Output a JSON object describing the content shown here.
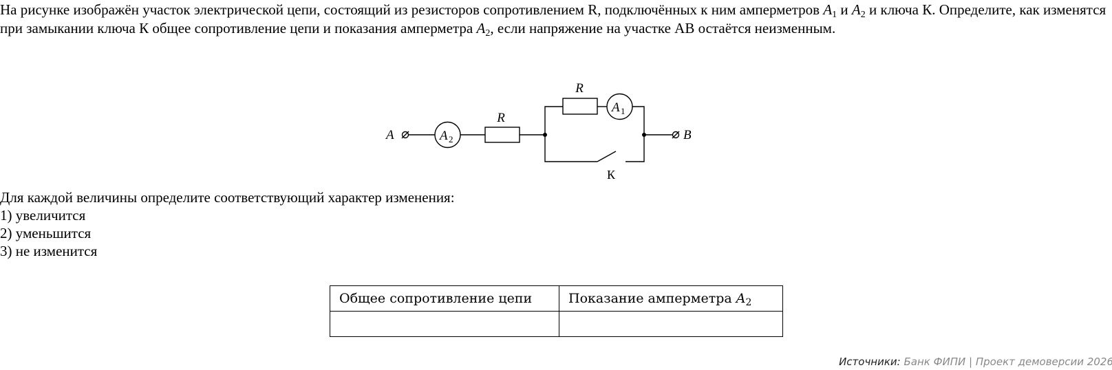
{
  "problem": {
    "text_1": "На рисунке изображён участок электрической цепи, состоящий из резисторов сопротивлением R, подключённых к ним амперметров ",
    "a1_letter": "A",
    "a1_index": "1",
    "text_2": " и ",
    "a2_letter": "A",
    "a2_index": "2",
    "text_3": " и ключа К. Определите, как изменятся при замыкании ключа К общее сопротивление цепи и показания амперметра ",
    "a2b_letter": "A",
    "a2b_index": "2",
    "text_4": ", если напряжение на участке AB остаётся неизменным."
  },
  "circuit": {
    "terminal_a": "A",
    "terminal_b": "B",
    "resistor_1_label": "R",
    "resistor_2_label": "R",
    "ammeter_1_letter": "A",
    "ammeter_1_index": "1",
    "ammeter_2_letter": "A",
    "ammeter_2_index": "2",
    "key_label": "К"
  },
  "instructions": {
    "prompt": "Для каждой величины определите соответствующий характер изменения:",
    "options": [
      "1) увеличится",
      "2) уменьшится",
      "3) не изменится"
    ]
  },
  "answer_table": {
    "col1_header": "Общее сопротивление цепи",
    "col2_header_text": "Показание амперметра ",
    "col2_letter": "A",
    "col2_index": "2",
    "col1_answer": "",
    "col2_answer": ""
  },
  "sources": {
    "label": "Источники:",
    "value": "Банк ФИПИ | Проект демоверсии 2026"
  }
}
